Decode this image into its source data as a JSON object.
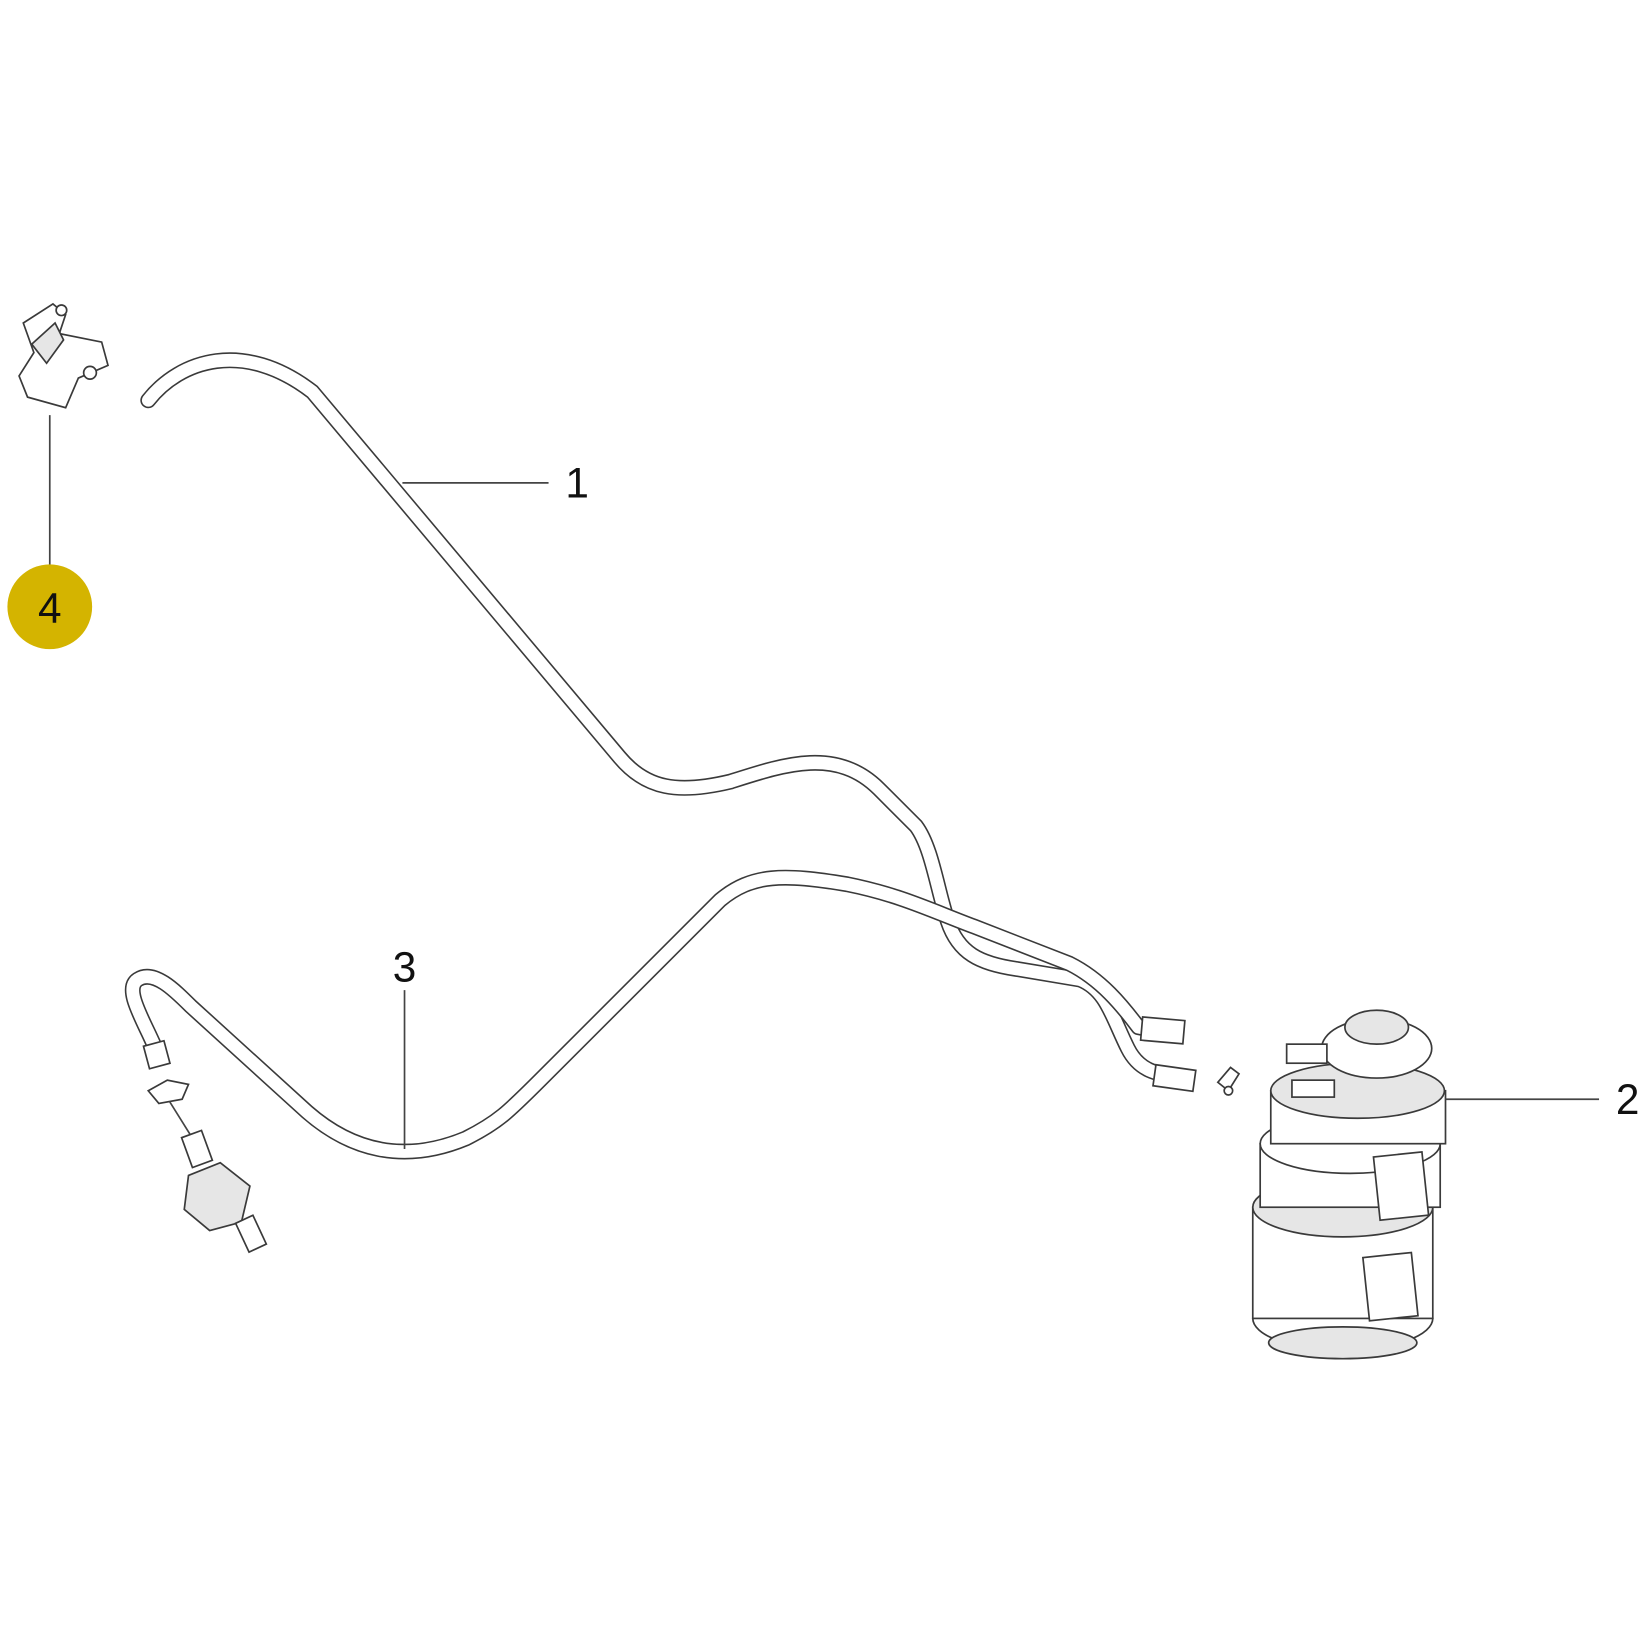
{
  "diagram": {
    "callouts": [
      {
        "id": "1",
        "label": "1",
        "highlighted": false
      },
      {
        "id": "2",
        "label": "2",
        "highlighted": false
      },
      {
        "id": "3",
        "label": "3",
        "highlighted": false
      },
      {
        "id": "4",
        "label": "4",
        "highlighted": true
      }
    ],
    "colors": {
      "highlight": "#d4b400",
      "line": "#3a3a3a"
    }
  }
}
